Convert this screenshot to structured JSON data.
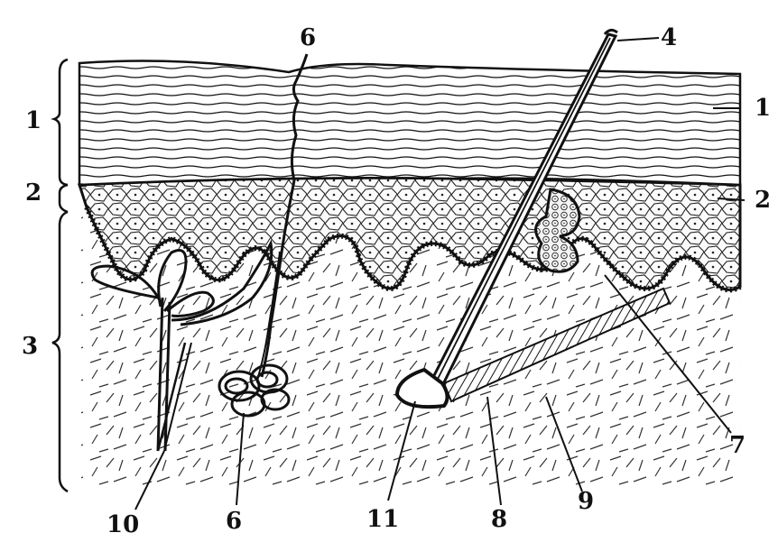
{
  "diagram": {
    "labels": {
      "left_1": "1",
      "left_2": "2",
      "left_3": "3",
      "right_1": "1",
      "right_2": "2",
      "label_4": "4",
      "label_6_top": "6",
      "label_7": "7",
      "label_8": "8",
      "label_9": "9",
      "label_10": "10",
      "label_11": "11",
      "label_6_bottom": "6"
    }
  }
}
